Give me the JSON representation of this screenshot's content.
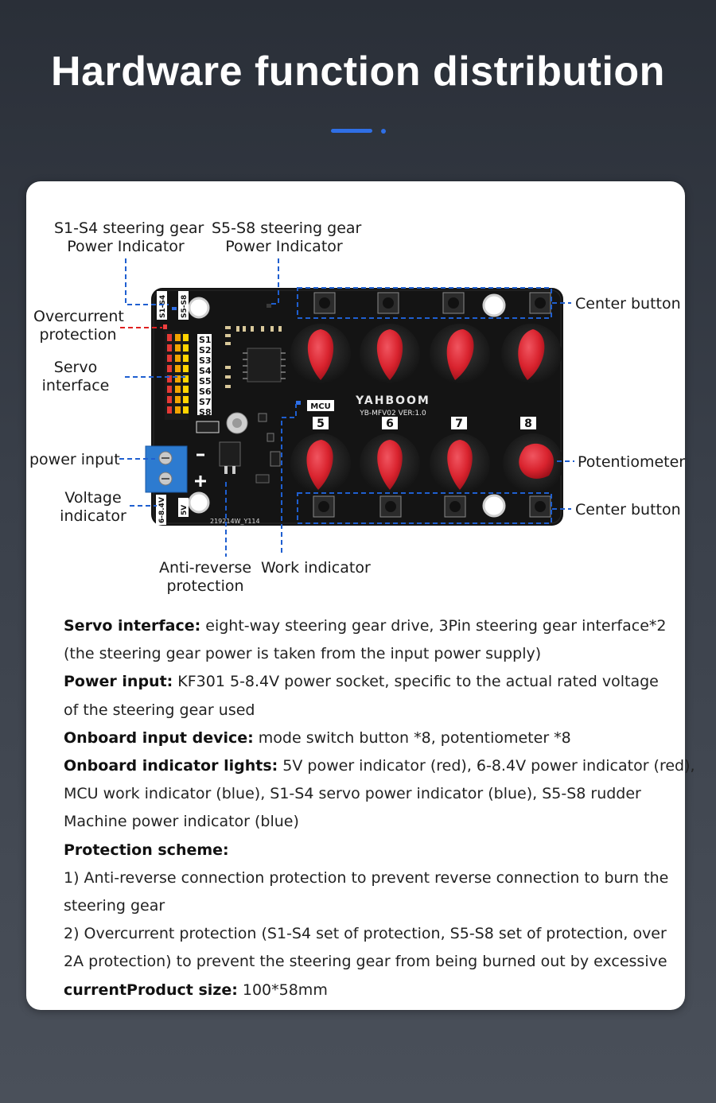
{
  "header": {
    "title": "Hardware function distribution"
  },
  "labels": {
    "s1s4_line1": "S1-S4 steering gear",
    "s1s4_line2": "Power Indicator",
    "s5s8_line1": "S5-S8 steering gear",
    "s5s8_line2": "Power Indicator",
    "overcurrent_line1": "Overcurrent",
    "overcurrent_line2": "protection",
    "servo_line1": "Servo",
    "servo_line2": "interface",
    "power_input": "power input",
    "voltage_line1": "Voltage",
    "voltage_line2": "indicator",
    "anti_line1": "Anti-reverse",
    "anti_line2": "protection",
    "work_indicator": "Work indicator",
    "center_button_top": "Center button",
    "potentiometer": "Potentiometer",
    "center_button_bottom": "Center button"
  },
  "board_text": {
    "brand": "YAHBOOM",
    "model": "YB-MFV02 VER:1.0",
    "mcu": "MCU",
    "s1_s4": "S1-S4",
    "s5_s8": "S5-S8",
    "voltage": "6-8.4V",
    "five_v": "5V",
    "serial": "219214W_Y114",
    "servo_ports": [
      "S1",
      "S2",
      "S3",
      "S4",
      "S5",
      "S6",
      "S7",
      "S8"
    ],
    "knob_numbers": [
      "5",
      "6",
      "7",
      "8"
    ]
  },
  "description": {
    "l1_bold": "Servo interface:",
    "l1_text": " eight-way steering gear drive, 3Pin steering gear interface*2",
    "l2_text": "(the steering gear power is taken from the input power supply)",
    "l3_bold": "Power input:",
    "l3_text": " KF301 5-8.4V power socket, specific to the actual rated voltage",
    "l4_text": "of the steering gear used",
    "l5_bold": "Onboard input device:",
    "l5_text": " mode switch button *8, potentiometer *8",
    "l6_bold": "Onboard indicator lights:",
    "l6_text": " 5V power indicator (red), 6-8.4V power indicator (red),",
    "l7_text": "MCU work indicator (blue), S1-S4 servo power indicator (blue), S5-S8 rudder",
    "l8_text": "Machine power indicator (blue)",
    "l9_bold": "Protection scheme:",
    "l10_text": "1) Anti-reverse connection protection to prevent reverse connection to burn the",
    "l11_text": "steering gear",
    "l12_text": "2) Overcurrent protection (S1-S4 set of protection, S5-S8 set of protection, over",
    "l13_text": "2A protection) to prevent the steering gear from being burned out by excessive",
    "l14_bold": "currentProduct size:",
    "l14_text": " 100*58mm"
  },
  "colors": {
    "accent_blue": "#2f6fe6",
    "leader_blue": "#1f5fd0",
    "leader_red": "#e02020",
    "knob_red": "#d9232e",
    "pcb_black": "#141414"
  }
}
